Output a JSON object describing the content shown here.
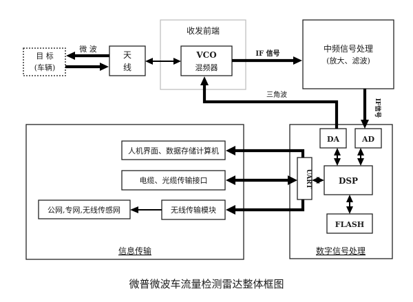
{
  "transceiver": {
    "title": "收发前端"
  },
  "target": {
    "line1": "目 标",
    "line2": "(车辆)"
  },
  "labels": {
    "microwave": "微 波",
    "if_signal": "IF 信号",
    "triangle_wave": "三角波",
    "if_signal_vertical": "IF信号"
  },
  "antenna": {
    "line1": "天",
    "line2": "线"
  },
  "vco": {
    "line1": "VCO",
    "line2": "混频器"
  },
  "if_proc": {
    "line1": "中频信号处理",
    "line2": "(放大、滤波)"
  },
  "da": "DA",
  "ad": "AD",
  "dsp": "DSP",
  "flash": "FLASH",
  "uart": "UART",
  "digital": {
    "title": "数字信号处理"
  },
  "info": {
    "title": "信息传输",
    "hmi": "人机界面、数据存储计算机",
    "cable": "电缆、光缆传输接口",
    "wireless": "无线传输模块",
    "network": "公网,专网,无线传感网"
  },
  "caption": "微普微波车流量检测雷达整体框图"
}
